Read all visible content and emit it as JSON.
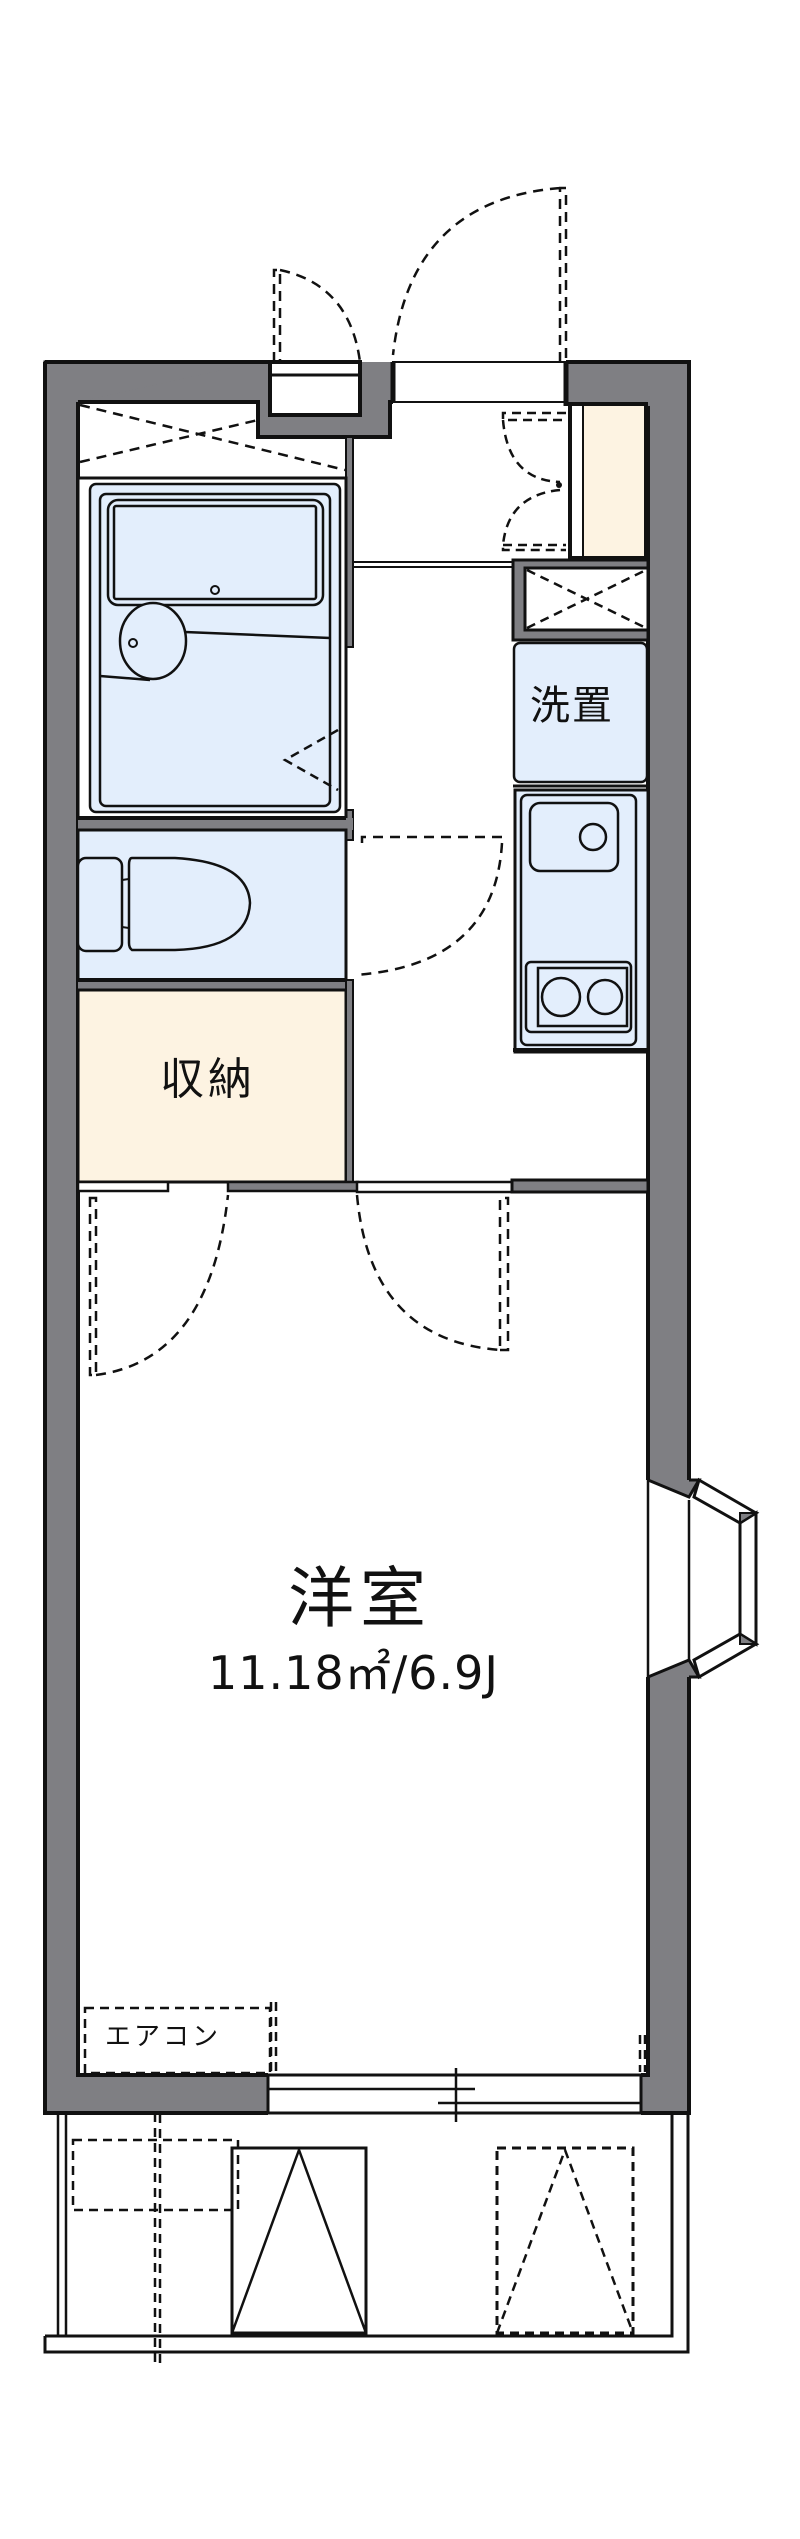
{
  "floorplan": {
    "rooms": [
      {
        "id": "western-room",
        "name": "洋室",
        "area": "11.18㎡/6.9J"
      },
      {
        "id": "storage",
        "name": "収納"
      },
      {
        "id": "washer-space",
        "name": "洗置"
      },
      {
        "id": "air-conditioner",
        "name": "エアコン"
      }
    ],
    "fixtures": [
      "bathtub-unit",
      "toilet",
      "kitchen-sink",
      "two-burner-stove",
      "shoe-cabinet",
      "pipe-shaft",
      "bay-window",
      "balcony",
      "evacuation-hatch",
      "entrance-door",
      "meter-box-door",
      "sliding-window"
    ],
    "colors": {
      "wall": "#7f7f83",
      "wet_area": "#e3eefc",
      "storage": "#fdf3e2",
      "line": "#111111",
      "background": "#ffffff"
    }
  }
}
